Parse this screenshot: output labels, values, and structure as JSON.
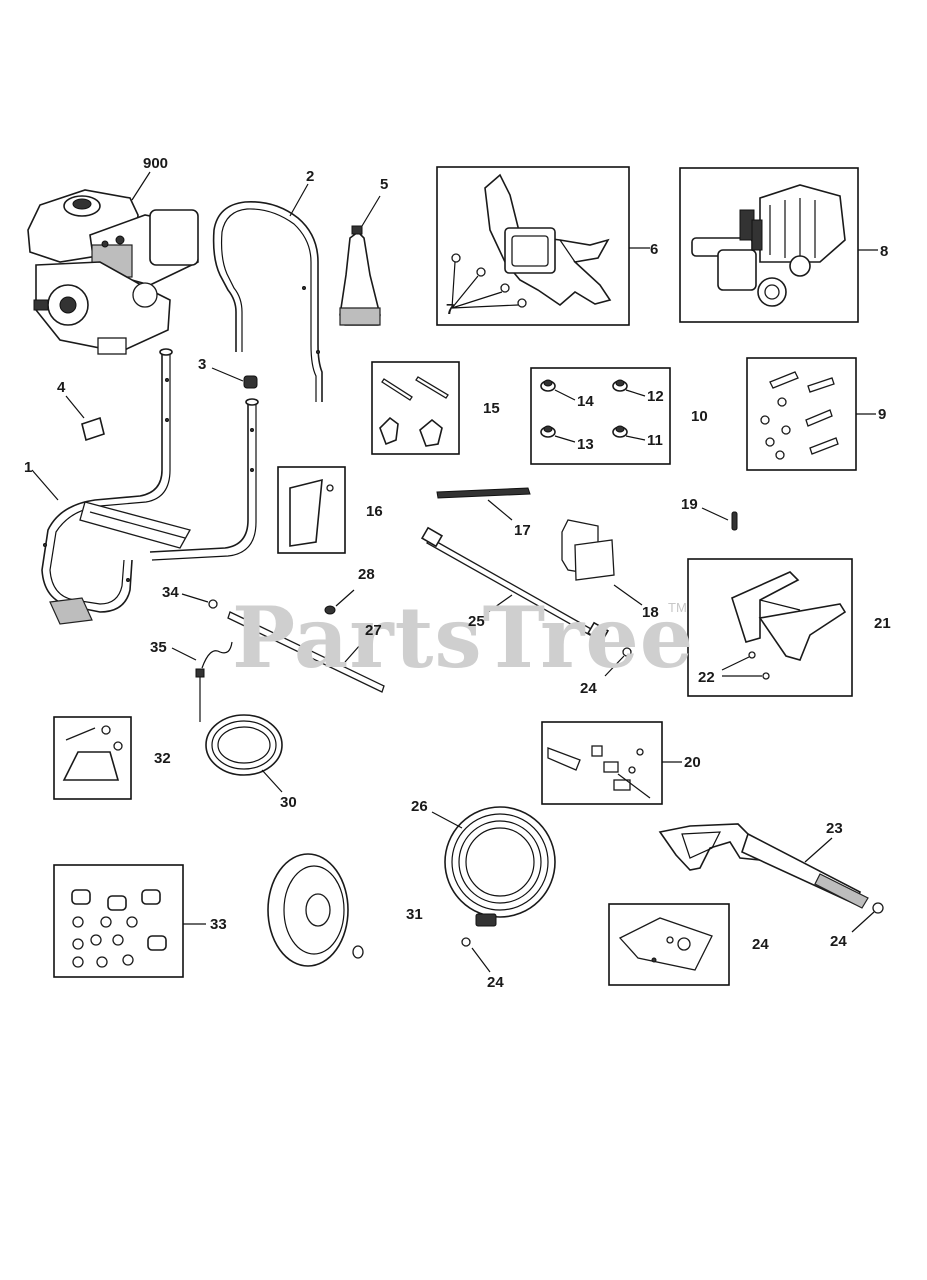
{
  "watermark": "PartsTree",
  "watermark_tm": "TM",
  "callouts": {
    "c900": "900",
    "c1": "1",
    "c2": "2",
    "c3": "3",
    "c4": "4",
    "c5": "5",
    "c6": "6",
    "c7": "7",
    "c8": "8",
    "c9": "9",
    "c10": "10",
    "c11": "11",
    "c12": "12",
    "c13": "13",
    "c14": "14",
    "c15": "15",
    "c16": "16",
    "c17": "17",
    "c18": "18",
    "c19": "19",
    "c20": "20",
    "c21": "21",
    "c22": "22",
    "c23": "23",
    "c24a": "24",
    "c24b": "24",
    "c24c": "24",
    "c24d": "24",
    "c25": "25",
    "c26": "26",
    "c27": "27",
    "c28": "28",
    "c30": "30",
    "c31": "31",
    "c32": "32",
    "c33": "33",
    "c34": "34",
    "c35": "35"
  }
}
